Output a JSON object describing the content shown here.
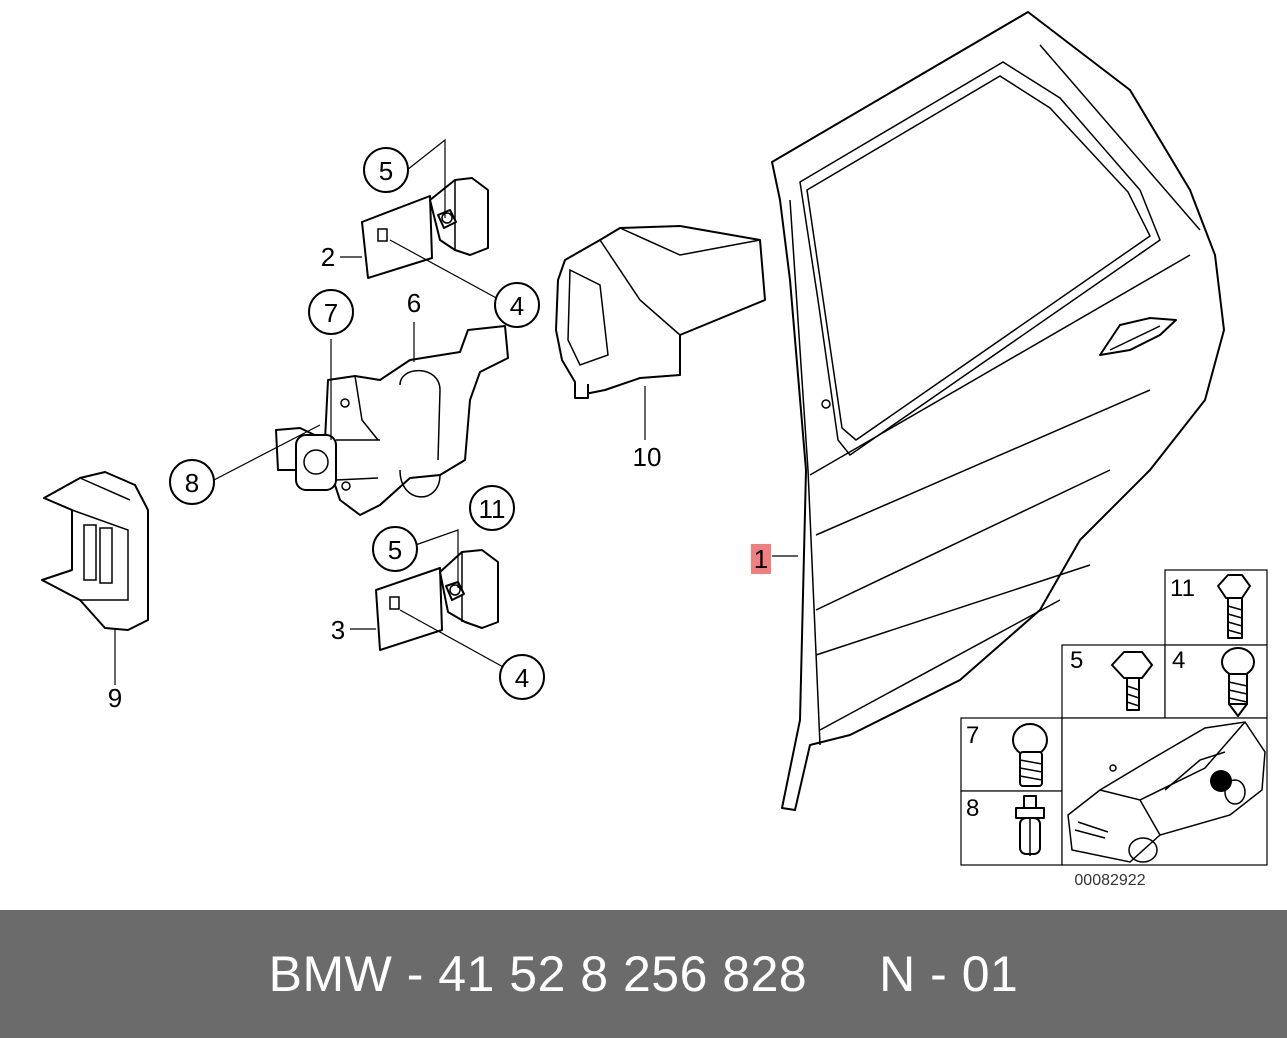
{
  "callouts": {
    "c1": "1",
    "c2": "2",
    "c3": "3",
    "c4a": "4",
    "c4b": "4",
    "c5a": "5",
    "c5b": "5",
    "c6": "6",
    "c7": "7",
    "c8": "8",
    "c9": "9",
    "c10": "10",
    "c11": "11"
  },
  "legend": {
    "cell_11": "11",
    "cell_5": "5",
    "cell_4": "4",
    "cell_7": "7",
    "cell_8": "8"
  },
  "reference_number": "00082922",
  "footer": {
    "text": "BMW - 41 52 8 256 828     N - 01"
  },
  "colors": {
    "footer_bg": "#6b6b6b",
    "highlight": "#f08080",
    "line": "#000000"
  }
}
